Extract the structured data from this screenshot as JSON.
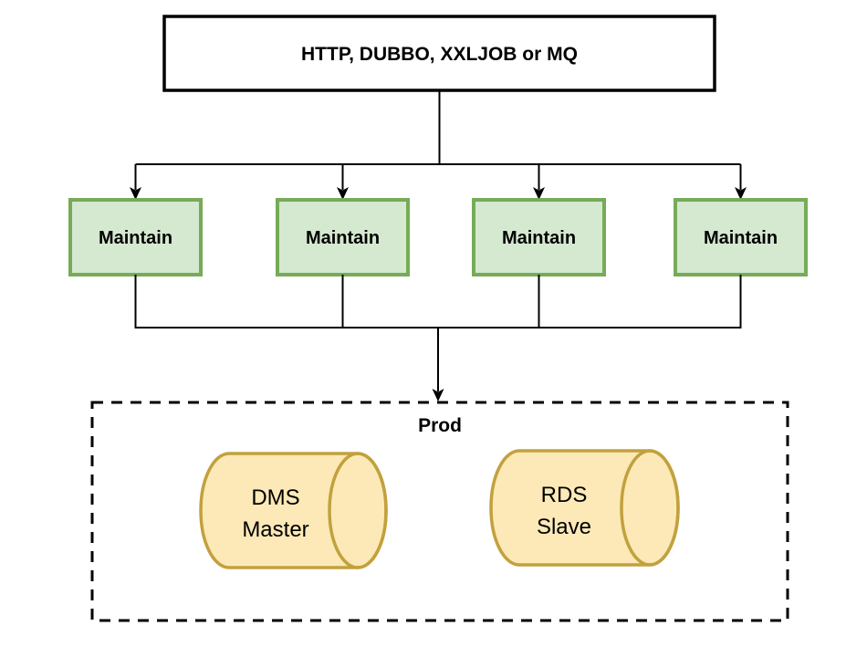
{
  "diagram": {
    "source_box": {
      "label": "HTTP, DUBBO, XXLJOB or MQ"
    },
    "maintain_nodes": [
      {
        "label": "Maintain"
      },
      {
        "label": "Maintain"
      },
      {
        "label": "Maintain"
      },
      {
        "label": "Maintain"
      }
    ],
    "prod_container": {
      "label": "Prod"
    },
    "databases": [
      {
        "name": "DMS Master",
        "lines": [
          "DMS",
          "Master"
        ]
      },
      {
        "name": "RDS Slave",
        "lines": [
          "RDS",
          "Slave"
        ]
      }
    ],
    "edges": [
      {
        "from": "source",
        "to": "maintain-1",
        "arrow": true
      },
      {
        "from": "source",
        "to": "maintain-2",
        "arrow": true
      },
      {
        "from": "source",
        "to": "maintain-3",
        "arrow": true
      },
      {
        "from": "source",
        "to": "maintain-4",
        "arrow": true
      },
      {
        "from": "maintain-1",
        "to": "prod",
        "arrow": true
      },
      {
        "from": "maintain-2",
        "to": "prod",
        "arrow": true
      },
      {
        "from": "maintain-3",
        "to": "prod",
        "arrow": true
      },
      {
        "from": "maintain-4",
        "to": "prod",
        "arrow": true
      }
    ],
    "colors": {
      "background": "#ffffff",
      "line": "#000000",
      "maintain_fill": "#d5e8d0",
      "maintain_stroke": "#76ab57",
      "db_fill": "#fce9b7",
      "db_stroke": "#c2a13d"
    }
  }
}
